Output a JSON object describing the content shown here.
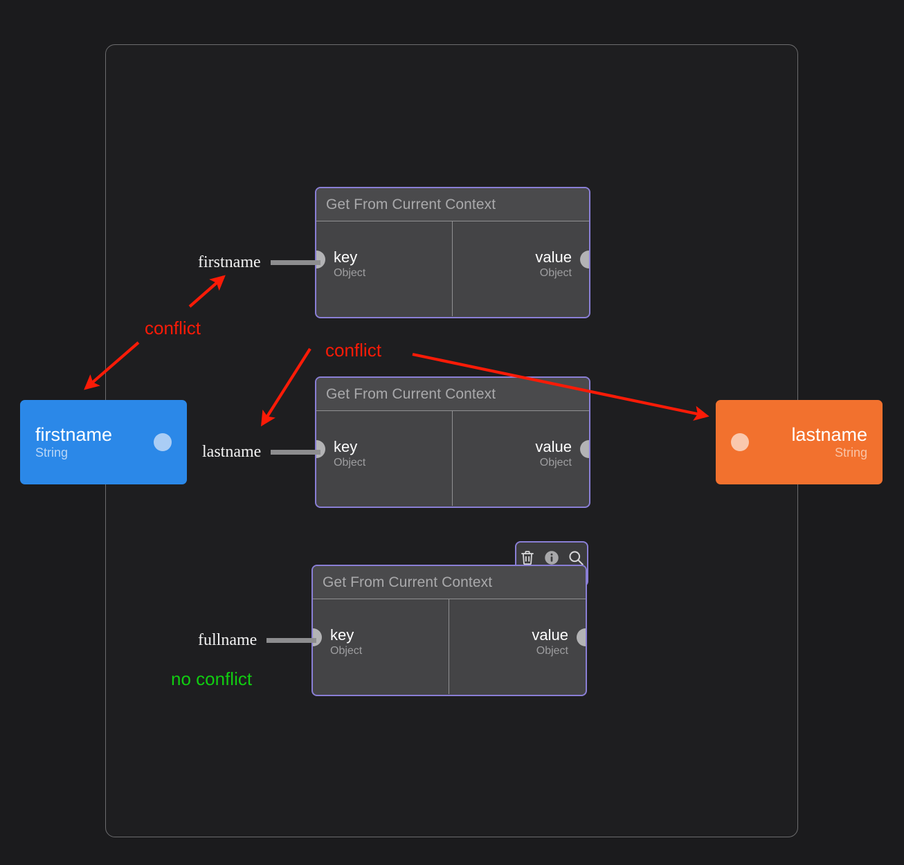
{
  "canvas": {
    "background_color": "#1b1b1d",
    "frame_color": "#6d6d6f"
  },
  "nodes": [
    {
      "title": "Get From Current Context",
      "input": {
        "name": "key",
        "type": "Object"
      },
      "output": {
        "name": "value",
        "type": "Object"
      },
      "wire_label": "firstname",
      "selected": false
    },
    {
      "title": "Get From Current Context",
      "input": {
        "name": "key",
        "type": "Object"
      },
      "output": {
        "name": "value",
        "type": "Object"
      },
      "wire_label": "lastname",
      "selected": false
    },
    {
      "title": "Get From Current Context",
      "input": {
        "name": "key",
        "type": "Object"
      },
      "output": {
        "name": "value",
        "type": "Object"
      },
      "wire_label": "fullname",
      "selected": true
    }
  ],
  "variables": [
    {
      "name": "firstname",
      "type": "String",
      "color": "#2b88e8",
      "port_side": "right"
    },
    {
      "name": "lastname",
      "type": "String",
      "color": "#f2712e",
      "port_side": "left"
    }
  ],
  "toolbar": {
    "delete_icon": "trash-icon",
    "info_icon": "info-icon",
    "search_icon": "search-icon"
  },
  "annotations": [
    {
      "text": "conflict",
      "color": "#fb1b07"
    },
    {
      "text": "conflict",
      "color": "#fb1b07"
    },
    {
      "text": "no conflict",
      "color": "#11cc11"
    }
  ]
}
